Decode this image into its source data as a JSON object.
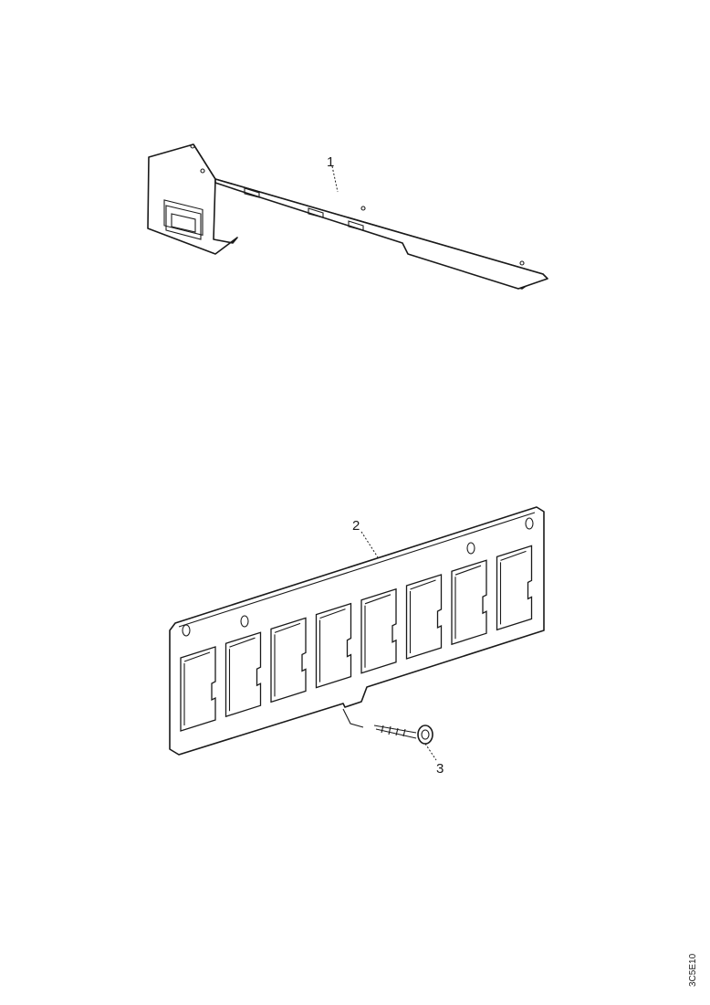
{
  "callouts": {
    "bracket": "1",
    "panel": "2",
    "screw": "3"
  },
  "figure_id": "3C5E10",
  "colors": {
    "line": "#1a1a1a",
    "background": "#ffffff"
  },
  "panel": {
    "slot_count": 8
  }
}
